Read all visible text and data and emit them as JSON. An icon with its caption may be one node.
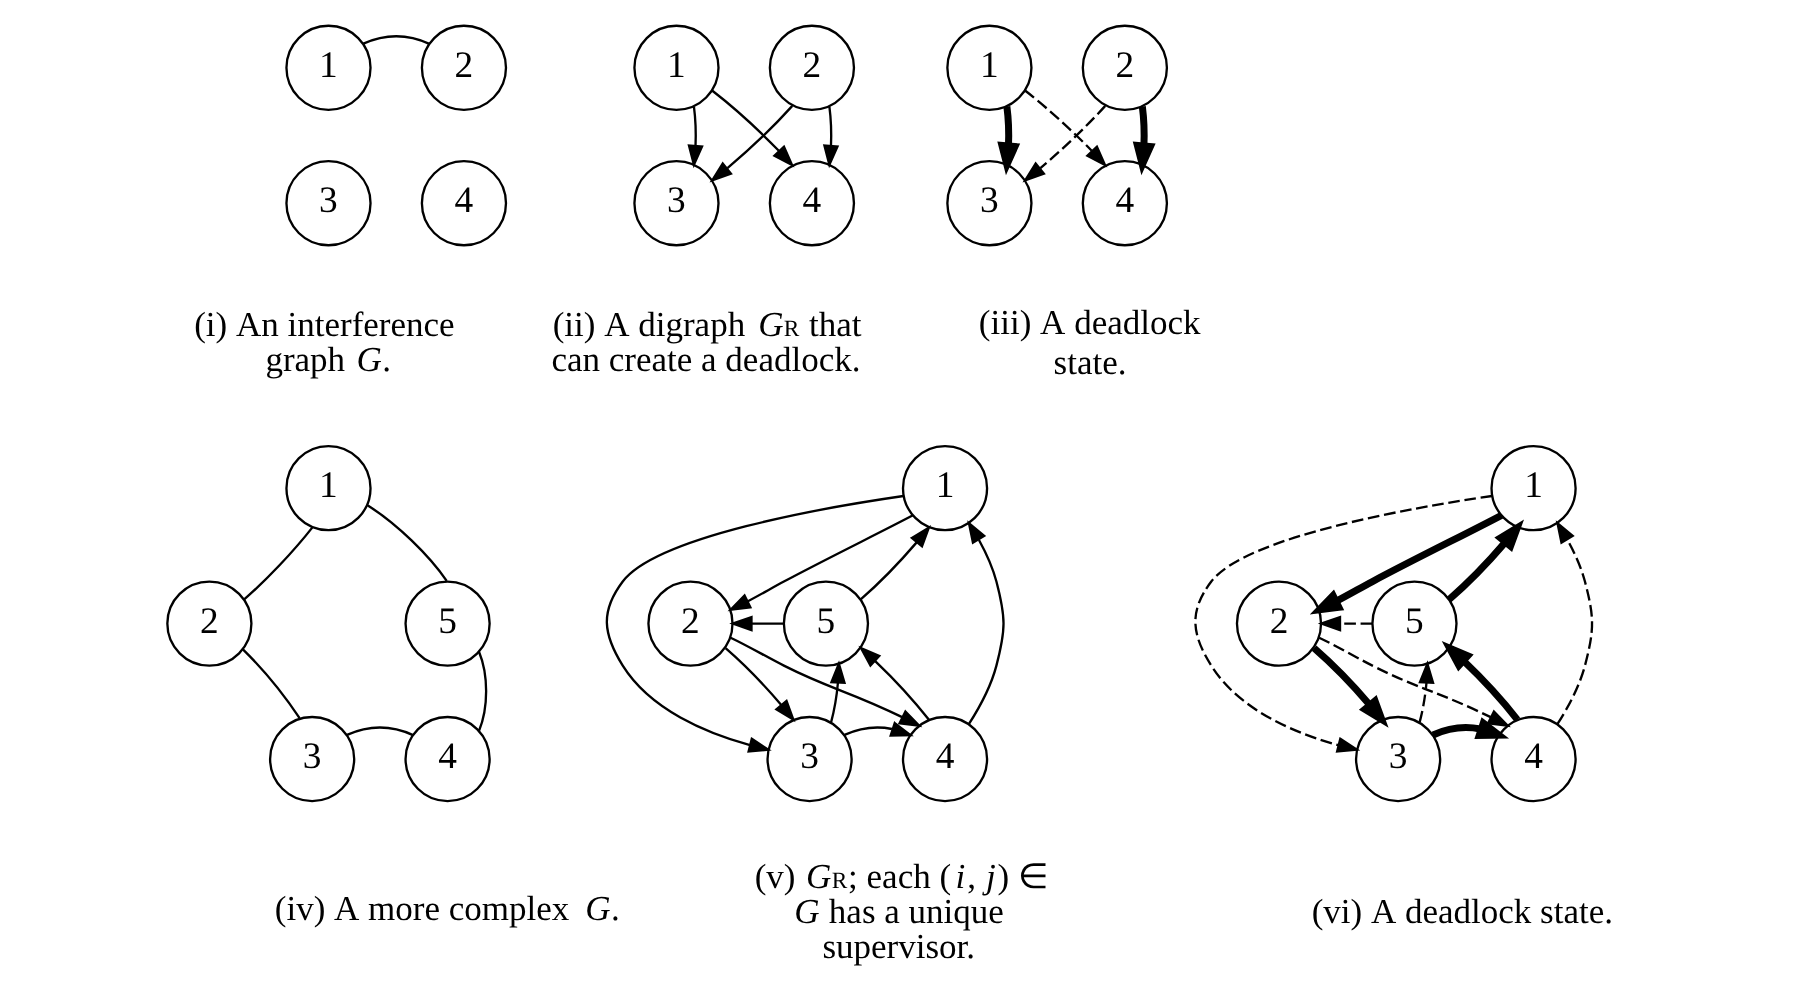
{
  "diagram": {
    "nodes": [
      {
        "text": [
          "1"
        ]
      },
      {
        "text": [
          "2"
        ]
      },
      {
        "text": [
          "3"
        ]
      },
      {
        "text": [
          "4"
        ]
      },
      {
        "text": [
          "1"
        ]
      },
      {
        "text": [
          "2"
        ]
      },
      {
        "text": [
          "3"
        ]
      },
      {
        "text": [
          "4"
        ]
      },
      {
        "text": [
          "1"
        ]
      },
      {
        "text": [
          "2"
        ]
      },
      {
        "text": [
          "3"
        ]
      },
      {
        "text": [
          "4"
        ]
      },
      {
        "text": [
          "1"
        ]
      },
      {
        "text": [
          "2"
        ]
      },
      {
        "text": [
          "3"
        ]
      },
      {
        "text": [
          "4"
        ]
      },
      {
        "text": [
          "5"
        ]
      },
      {
        "text": [
          "1"
        ]
      },
      {
        "text": [
          "2"
        ]
      },
      {
        "text": [
          "3"
        ]
      },
      {
        "text": [
          "4"
        ]
      },
      {
        "text": [
          "5"
        ]
      },
      {
        "text": [
          "1"
        ]
      },
      {
        "text": [
          "2"
        ]
      },
      {
        "text": [
          "3"
        ]
      },
      {
        "text": [
          "4"
        ]
      },
      {
        "text": [
          "5"
        ]
      }
    ],
    "edges": [
      {
        "from": 0,
        "to": 1,
        "arrow": "none"
      },
      {
        "from": 4,
        "to": 6,
        "arrow": "to"
      },
      {
        "from": 4,
        "to": 7,
        "arrow": "to"
      },
      {
        "from": 5,
        "to": 6,
        "arrow": "to"
      },
      {
        "from": 5,
        "to": 7,
        "arrow": "to"
      },
      {
        "from": 8,
        "to": 10,
        "arrow": "to",
        "style": "thick"
      },
      {
        "from": 8,
        "to": 11,
        "arrow": "to",
        "style": "dashed"
      },
      {
        "from": 9,
        "to": 10,
        "arrow": "to",
        "style": "dashed"
      },
      {
        "from": 9,
        "to": 11,
        "arrow": "to",
        "style": "thick"
      },
      {
        "from": 12,
        "to": 13,
        "arrow": "none"
      },
      {
        "from": 13,
        "to": 14,
        "arrow": "none"
      },
      {
        "from": 14,
        "to": 15,
        "arrow": "none"
      },
      {
        "from": 15,
        "to": 16,
        "arrow": "none"
      },
      {
        "from": 16,
        "to": 12,
        "arrow": "none"
      },
      {
        "from": 21,
        "to": 17,
        "arrow": "to"
      },
      {
        "from": 17,
        "to": 18,
        "arrow": "to"
      },
      {
        "from": 21,
        "to": 18,
        "arrow": "to"
      },
      {
        "from": 17,
        "to": 19,
        "arrow": "to"
      },
      {
        "from": 18,
        "to": 19,
        "arrow": "to"
      },
      {
        "from": 18,
        "to": 20,
        "arrow": "to"
      },
      {
        "from": 20,
        "to": 17,
        "arrow": "to"
      },
      {
        "from": 20,
        "to": 21,
        "arrow": "to"
      },
      {
        "from": 19,
        "to": 21,
        "arrow": "to"
      },
      {
        "from": 19,
        "to": 20,
        "arrow": "to"
      },
      {
        "from": 26,
        "to": 22,
        "arrow": "to",
        "style": "thick"
      },
      {
        "from": 22,
        "to": 23,
        "arrow": "to",
        "style": "thick"
      },
      {
        "from": 26,
        "to": 23,
        "arrow": "to",
        "style": "dashed"
      },
      {
        "from": 22,
        "to": 24,
        "arrow": "to",
        "style": "dashed"
      },
      {
        "from": 23,
        "to": 24,
        "arrow": "to",
        "style": "thick"
      },
      {
        "from": 23,
        "to": 25,
        "arrow": "to",
        "style": "dashed"
      },
      {
        "from": 25,
        "to": 22,
        "arrow": "to",
        "style": "dashed"
      },
      {
        "from": 25,
        "to": 26,
        "arrow": "to",
        "style": "thick"
      },
      {
        "from": 24,
        "to": 26,
        "arrow": "to",
        "style": "dashed"
      },
      {
        "from": 24,
        "to": 25,
        "arrow": "to",
        "style": "thick"
      }
    ],
    "labels": [
      "(i) An interference graph *G*.",
      "(ii) A digraph *G*$_{R}$ that can create a deadlock.",
      "(iii) A deadlock state.",
      "(iv) A more complex *G*.",
      "(v) *G*$_{R}$; each (*i*, *j*) ∈ *G* has a unique supervisor.",
      "(vi) A deadlock state."
    ]
  }
}
